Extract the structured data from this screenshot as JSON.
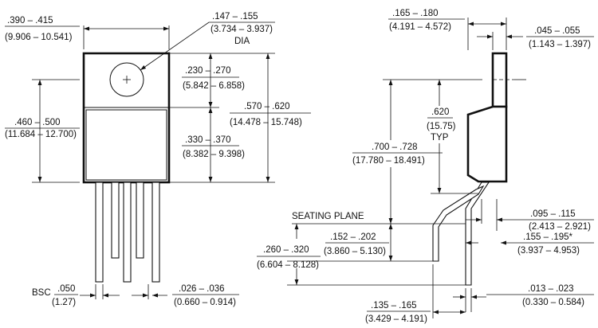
{
  "front_view": {
    "width": {
      "in": ".390 – .415",
      "mm": "(9.906 – 10.541)"
    },
    "hole": {
      "in": ".147 – .155",
      "mm": "(3.734 – 3.937)",
      "note": "DIA"
    },
    "tab_to_hole": {
      "in": ".230 – .270",
      "mm": "(5.842 – 6.858)"
    },
    "body_lower": {
      "in": ".330 – .370",
      "mm": "(8.382 – 9.398)"
    },
    "total_height": {
      "in": ".570 – .620",
      "mm": "(14.478 – 15.748)"
    },
    "body_height": {
      "in": ".460 – .500",
      "mm": "(11.684 – 12.700)"
    },
    "pitch": {
      "prefix": "BSC",
      "in": ".050",
      "mm": "(1.27)"
    },
    "lead_width": {
      "in": ".026 – .036",
      "mm": "(0.660 – 0.914)"
    }
  },
  "side_view": {
    "thickness": {
      "in": ".165 – .180",
      "mm": "(4.191 – 4.572)"
    },
    "tab_thickness": {
      "in": ".045 – .055",
      "mm": "(1.143 – 1.397)"
    },
    "bend": {
      "in": ".620",
      "mm": "(15.75)",
      "note": "TYP"
    },
    "overall": {
      "in": ".700 – .728",
      "mm": "(17.780 – 18.491)"
    },
    "seating_plane": "SEATING PLANE",
    "offset_a": {
      "in": ".095 – .115",
      "mm": "(2.413 – 2.921)"
    },
    "offset_b": {
      "in": ".155 – .195*",
      "mm": "(3.937 – 4.953)"
    },
    "lead_len": {
      "in": ".260 – .320",
      "mm": "(6.604 – 8.128)"
    },
    "standoff": {
      "in": ".152 – .202",
      "mm": "(3.860 – 5.130)"
    },
    "lead_thick": {
      "in": ".013 – .023",
      "mm": "(0.330 – 0.584)"
    },
    "lead_spacing": {
      "in": ".135 – .165",
      "mm": "(3.429 – 4.191)"
    }
  }
}
